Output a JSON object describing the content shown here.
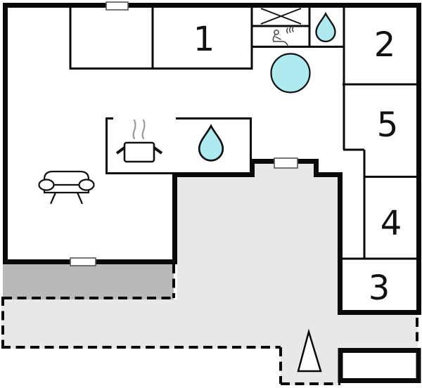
{
  "title": "Holiday home floor plan",
  "colors": {
    "wall": "#0a0a0a",
    "water": "#aeeaf0",
    "terrace_light": "#e8e8e8",
    "terrace_dark": "#b9b9b9",
    "white": "#ffffff",
    "steam_gray": "#999999",
    "window_outline": "#555555"
  },
  "rooms": [
    {
      "id": "room-1",
      "label": "1"
    },
    {
      "id": "room-2",
      "label": "2"
    },
    {
      "id": "room-5",
      "label": "5"
    },
    {
      "id": "room-4",
      "label": "4"
    },
    {
      "id": "room-3",
      "label": "3"
    }
  ],
  "icons": {
    "x_mark": "crossed-lines (wardrobe/fixture X symbol)",
    "sauna": "person-in-sauna pictogram with steam",
    "water_drop_small": "water tap / wet room drop",
    "water_drop_large": "bathroom water drop",
    "hot_tub": "round tub / table circle",
    "stove_pot": "cooking pot with steam (kitchen)",
    "sofa": "sofa (living room)",
    "north_arrow": "orientation arrow triangle"
  },
  "areas": {
    "terrace_dark_name": "covered terrace",
    "terrace_light_name": "terrace / plot",
    "outbuilding_name": "outbuilding"
  }
}
